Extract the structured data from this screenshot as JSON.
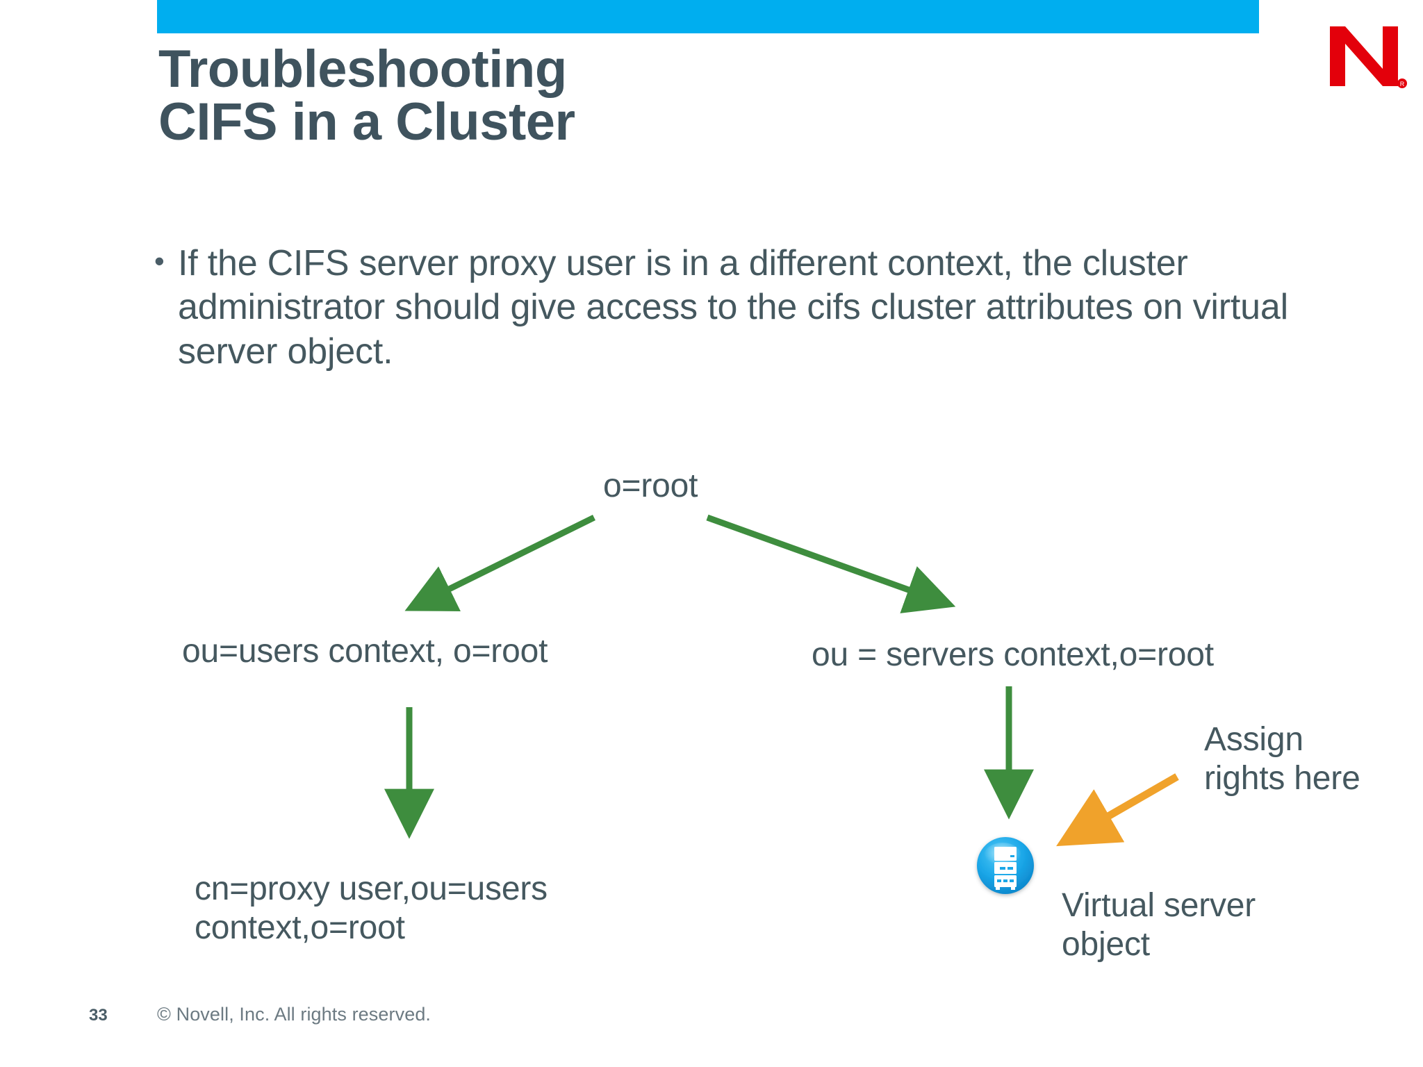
{
  "slide": {
    "title_lines": [
      "Troubleshooting",
      "CIFS in a Cluster"
    ],
    "accent_bar_color": "#00AEEF",
    "title_color": "#3F535E",
    "body_color": "#45585F"
  },
  "logo": {
    "name": "Novell",
    "letter": "N",
    "color": "#E3000B",
    "trademark": "®"
  },
  "body": {
    "bullet_glyph": "•",
    "bullet_text": "If the CIFS server proxy user is in a different context, the cluster administrator should give access to the cifs cluster attributes on virtual server object."
  },
  "diagram": {
    "arrow_green": "#3E8D3E",
    "arrow_orange": "#F0A22B",
    "nodes": {
      "root": "o=root",
      "users_context": "ou=users context, o=root",
      "servers_context": "ou = servers context,o=root",
      "proxy_user": "cn=proxy user,ou=users\ncontext,o=root"
    },
    "annotations": {
      "assign_rights": "Assign\nrights here",
      "virtual_server": "Virtual server\nobject"
    },
    "icon": {
      "semantic": "server-rack-icon",
      "circle_color": "#1BA7E8",
      "rack_color": "#FFFFFF"
    }
  },
  "footer": {
    "page_number": "33",
    "copyright": "©  Novell, Inc.  All rights reserved."
  }
}
